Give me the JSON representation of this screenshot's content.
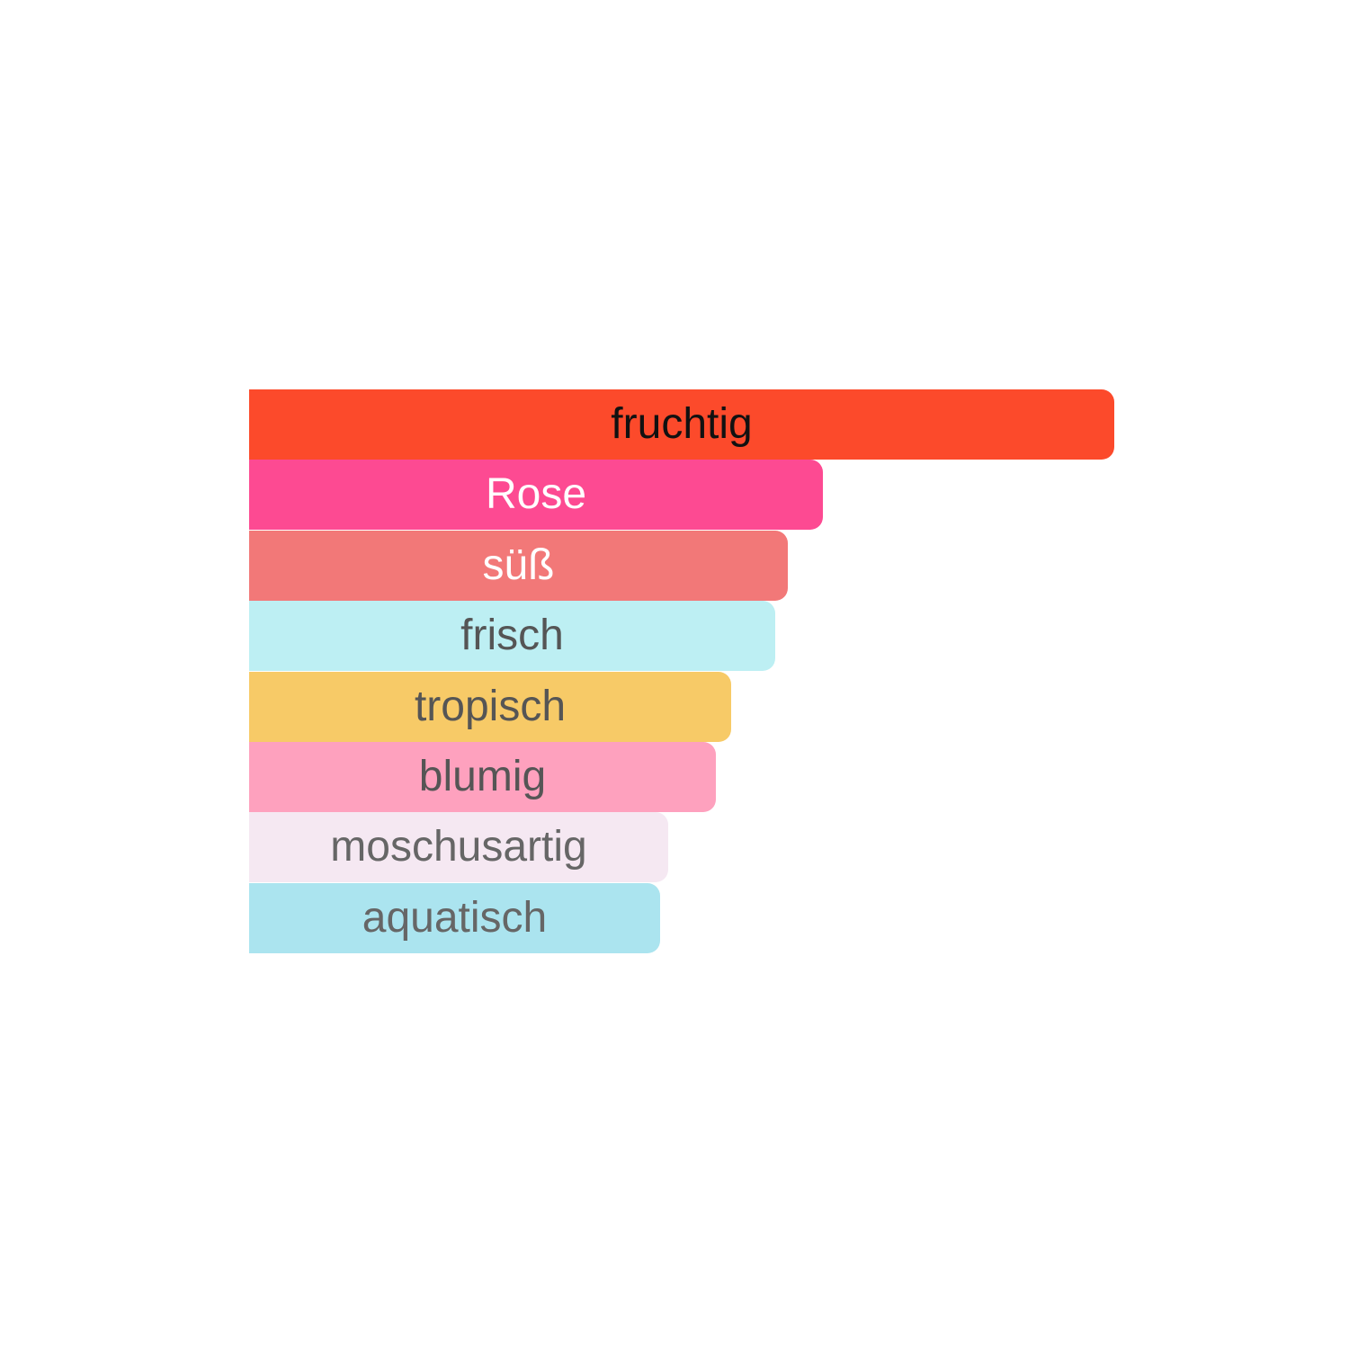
{
  "chart_data": {
    "type": "bar",
    "orientation": "horizontal",
    "title": "",
    "xlabel": "",
    "ylabel": "",
    "xlim": [
      0,
      100
    ],
    "categories": [
      "fruchtig",
      "Rose",
      "süß",
      "frisch",
      "tropisch",
      "blumig",
      "moschusartig",
      "aquatisch"
    ],
    "values": [
      100,
      66.3,
      62.3,
      60.8,
      55.7,
      53.9,
      48.4,
      47.5
    ],
    "colors": [
      "#fc4a2b",
      "#fd4a92",
      "#f27878",
      "#bdeff3",
      "#f7ca67",
      "#fea1be",
      "#f5e8f2",
      "#abe4ef"
    ],
    "label_colors": [
      "#111111",
      "#ffffff",
      "#ffffff",
      "#555555",
      "#555555",
      "#555555",
      "#666666",
      "#666666"
    ],
    "grid": false,
    "legend": "none"
  }
}
